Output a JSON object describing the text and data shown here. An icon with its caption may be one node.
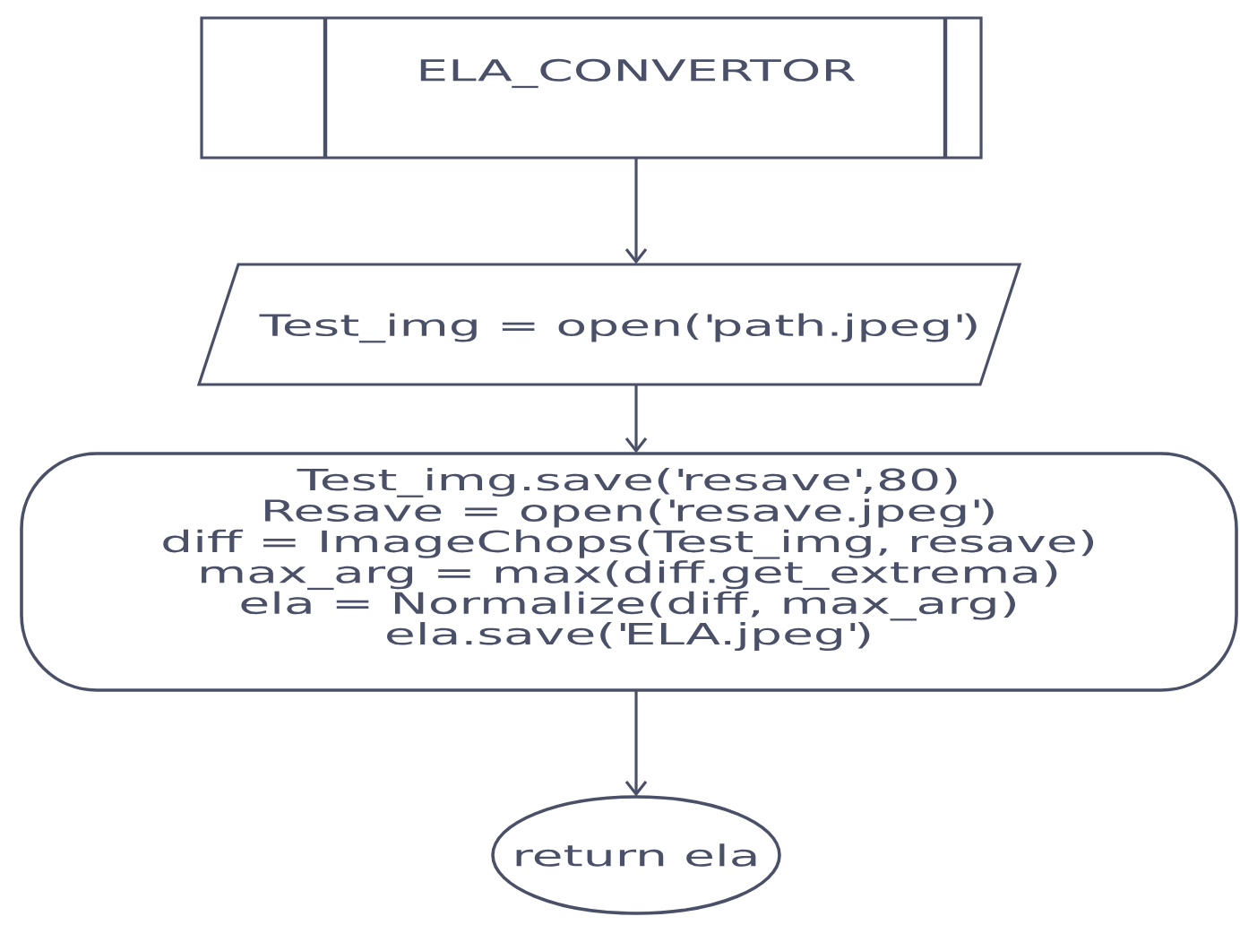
{
  "diagram": {
    "nodes": [
      {
        "text": [
          "ELA_CONVERTOR"
        ]
      },
      {
        "text": [
          "Test_img = open('path.jpeg')"
        ]
      },
      {
        "text": [
          "Test_img.save('resave',80)",
          "Resave = open('resave.jpeg')",
          "diff = ImageChops(Test_img, resave)",
          "max_arg = max(diff.get_extrema)",
          "ela = Normalize(diff, max_arg)",
          "ela.save('ELA.jpeg')"
        ]
      },
      {
        "text": [
          "return ela"
        ]
      }
    ],
    "edges": [
      {
        "from": 0,
        "to": 1,
        "arrow": "to"
      },
      {
        "from": 1,
        "to": 2,
        "arrow": "to"
      },
      {
        "from": 2,
        "to": 3,
        "arrow": "to"
      }
    ]
  }
}
